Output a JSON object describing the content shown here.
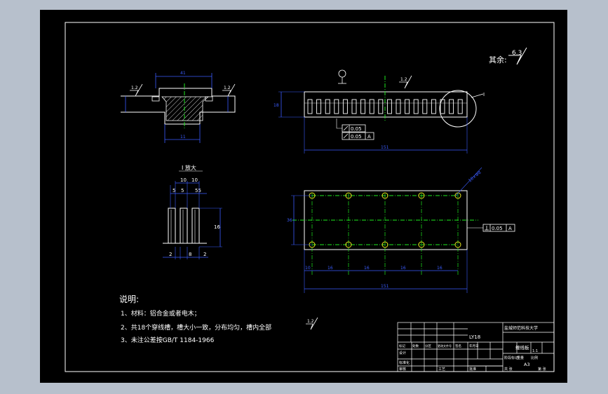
{
  "roughness_note": {
    "label": "其余:",
    "value": "6.3"
  },
  "section_view": {
    "dim_top": "41",
    "dim_bottom": "11",
    "rough_left": "1.2",
    "rough_right": "1.2"
  },
  "detail_view": {
    "title": "I 放大",
    "dim_a": "10",
    "dim_b": "10",
    "dim_c": "5",
    "dim_d": "5",
    "dim_e": "55",
    "dim_height": "16",
    "dim_f": "2",
    "dim_g": "8",
    "dim_h": "2"
  },
  "front_view": {
    "tolerance_1": "0.05",
    "tolerance_2": "0.05",
    "datum": "A",
    "rough": "1.2",
    "detail_mark": "I",
    "dim_length": "151",
    "dim_height": "18"
  },
  "top_view": {
    "hole_note": "10×Φ8",
    "tolerance": "0.05",
    "datum": "A",
    "dim_length": "151",
    "dim_width": "36",
    "dim_segs": [
      "16",
      "16",
      "16",
      "16"
    ],
    "dim_first": "10"
  },
  "notes": {
    "title": "说明:",
    "items": [
      "1、材料：铝合金或者电木；",
      "2、共18个穿线槽，槽大小一致，分布均匀，槽内全部",
      "3、未注公差按GB/T 1184-1966"
    ],
    "rough_value": "1.2"
  },
  "title_block": {
    "school": "盐城师范科技大学",
    "part_name": "缠线板",
    "code": "LY18",
    "sheet_size": "A3",
    "scale": "1:1",
    "row_labels": [
      "标记",
      "处数",
      "分区",
      "更改文件号",
      "签名",
      "年月日"
    ],
    "role_labels": [
      "设计",
      "标准化",
      "审核",
      "工艺",
      "批准"
    ],
    "stage_labels": [
      "阶段标记",
      "重量",
      "比例"
    ],
    "misc_labels": [
      "共 张",
      "第 张"
    ]
  }
}
